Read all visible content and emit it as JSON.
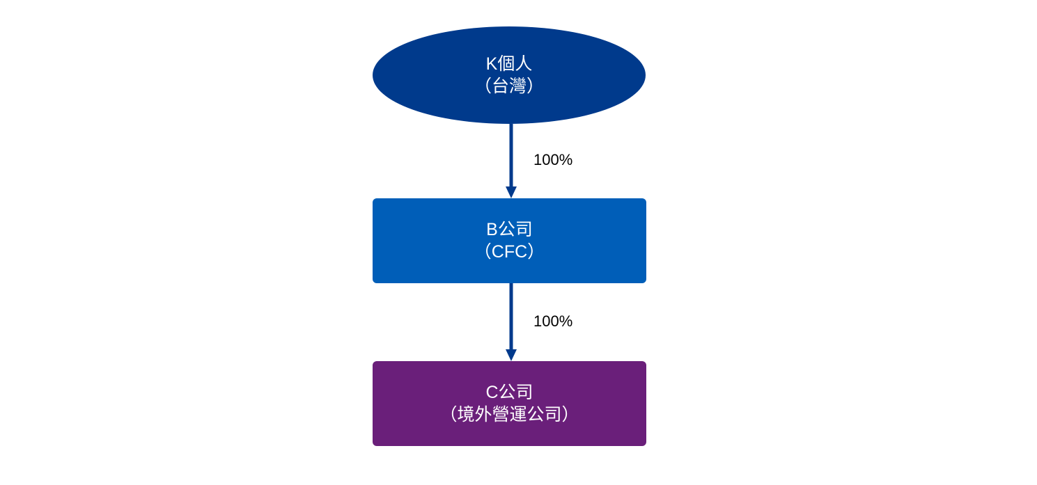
{
  "nodes": [
    {
      "title": "K個人",
      "subtitle": "（台灣）",
      "color": "#003A8C"
    },
    {
      "title": "B公司",
      "subtitle": "（CFC）",
      "color": "#005EB8"
    },
    {
      "title": "C公司",
      "subtitle": "（境外營運公司）",
      "color": "#6A1F7A"
    }
  ],
  "edges": [
    {
      "from": "K個人",
      "to": "B公司",
      "label": "100%"
    },
    {
      "from": "B公司",
      "to": "C公司",
      "label": "100%"
    }
  ],
  "arrow_color": "#003A8C"
}
